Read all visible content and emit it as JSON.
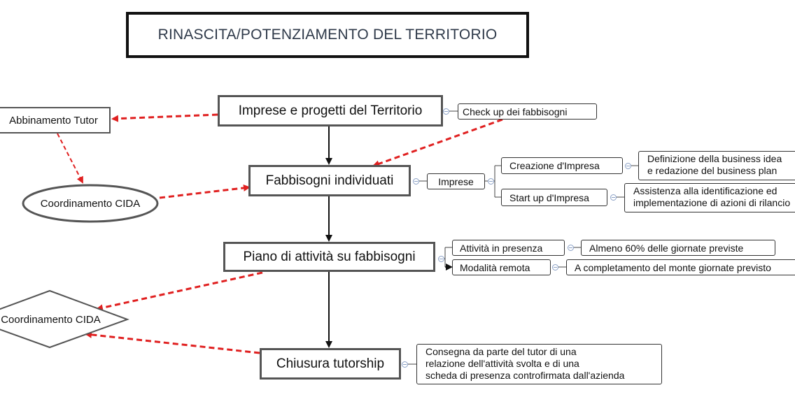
{
  "title": "RINASCITA/POTENZIAMENTO DEL TERRITORIO",
  "main_flow": {
    "imprese_progetti": "Imprese e progetti del Territorio",
    "fabbisogni": "Fabbisogni individuati",
    "piano": "Piano di attività su fabbisogni",
    "chiusura": "Chiusura tutorship"
  },
  "side": {
    "abbinamento": "Abbinamento Tutor",
    "coordinamento_ellipse": "Coordinamento CIDA",
    "coordinamento_diamond": "Coordinamento CIDA"
  },
  "branches": {
    "checkup": "Check up dei fabbisogni",
    "imprese": "Imprese",
    "creazione": "Creazione d'Impresa",
    "creazione_detail": [
      "Definizione della business idea",
      "e redazione del business plan"
    ],
    "startup": "Start up d'Impresa",
    "startup_detail": [
      "Assistenza alla identificazione ed",
      "implementazione di azioni di rilancio"
    ],
    "attivita_presenza": "Attività in presenza",
    "presenza_detail": "Almeno 60% delle giornate previste",
    "modalita_remota": "Modalità remota",
    "remota_detail": "A completamento del monte giornate previsto",
    "consegna": [
      "Consegna da parte del tutor di una",
      "relazione dell'attività svolta e di una",
      "scheda di presenza controfirmata dall'azienda"
    ]
  },
  "colors": {
    "dashed_arrow": "#e02020",
    "solid_arrow": "#111111",
    "box_border": "#555555",
    "title_text": "#2f3a4a",
    "connector_knob": "#8aa0c6"
  }
}
